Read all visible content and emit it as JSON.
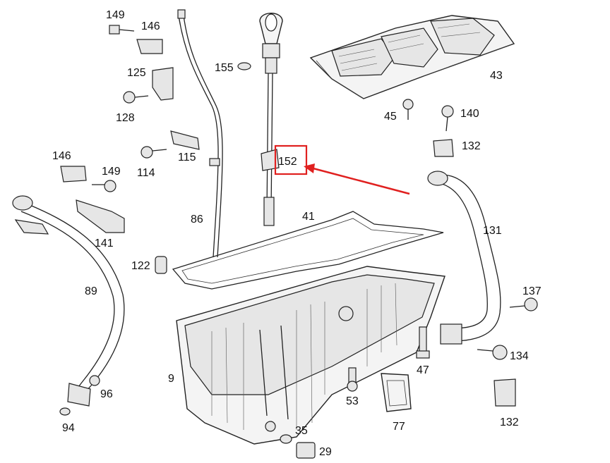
{
  "diagram": {
    "highlight": {
      "label": "152",
      "color": "#e0201f"
    },
    "labels": [
      {
        "id": "149a",
        "text": "149"
      },
      {
        "id": "146a",
        "text": "146"
      },
      {
        "id": "125",
        "text": "125"
      },
      {
        "id": "128",
        "text": "128"
      },
      {
        "id": "115",
        "text": "115"
      },
      {
        "id": "114",
        "text": "114"
      },
      {
        "id": "146b",
        "text": "146"
      },
      {
        "id": "149b",
        "text": "149"
      },
      {
        "id": "141",
        "text": "141"
      },
      {
        "id": "86",
        "text": "86"
      },
      {
        "id": "155",
        "text": "155"
      },
      {
        "id": "41",
        "text": "41"
      },
      {
        "id": "43",
        "text": "43"
      },
      {
        "id": "45",
        "text": "45"
      },
      {
        "id": "140",
        "text": "140"
      },
      {
        "id": "132a",
        "text": "132"
      },
      {
        "id": "131",
        "text": "131"
      },
      {
        "id": "122",
        "text": "122"
      },
      {
        "id": "89",
        "text": "89"
      },
      {
        "id": "9",
        "text": "9"
      },
      {
        "id": "137",
        "text": "137"
      },
      {
        "id": "134",
        "text": "134"
      },
      {
        "id": "47",
        "text": "47"
      },
      {
        "id": "53",
        "text": "53"
      },
      {
        "id": "77",
        "text": "77"
      },
      {
        "id": "132b",
        "text": "132"
      },
      {
        "id": "96",
        "text": "96"
      },
      {
        "id": "94",
        "text": "94"
      },
      {
        "id": "35",
        "text": "35"
      },
      {
        "id": "29",
        "text": "29"
      }
    ]
  }
}
